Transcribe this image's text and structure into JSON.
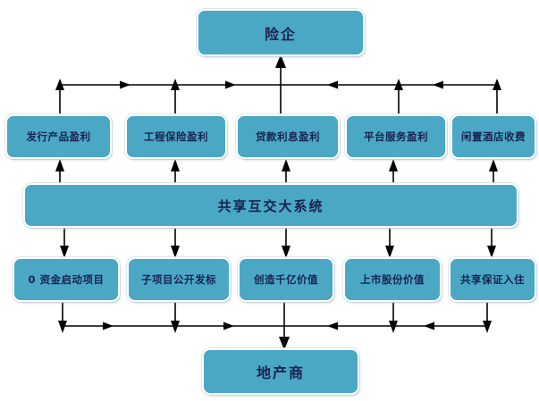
{
  "diagram": {
    "title_top": "险企",
    "title_bottom": "地产商",
    "hub": "共享互交大系统",
    "revenue_row": [
      {
        "label": "发行产品盈利"
      },
      {
        "label": "工程保险盈利"
      },
      {
        "label": "贷款利息盈利"
      },
      {
        "label": "平台服务盈利"
      },
      {
        "label": "闲置酒店收费"
      }
    ],
    "value_row": [
      {
        "label": "0 资金启动项目"
      },
      {
        "label": "子项目公开发标"
      },
      {
        "label": "创造千亿价值"
      },
      {
        "label": "上市股份价值"
      },
      {
        "label": "共享保证入住"
      }
    ],
    "colors": {
      "node_fill": "#4ba8c4",
      "node_text": "#17224f",
      "connector": "#000000",
      "background": "#ffffff",
      "node_halo": "#d7e4ea"
    }
  }
}
